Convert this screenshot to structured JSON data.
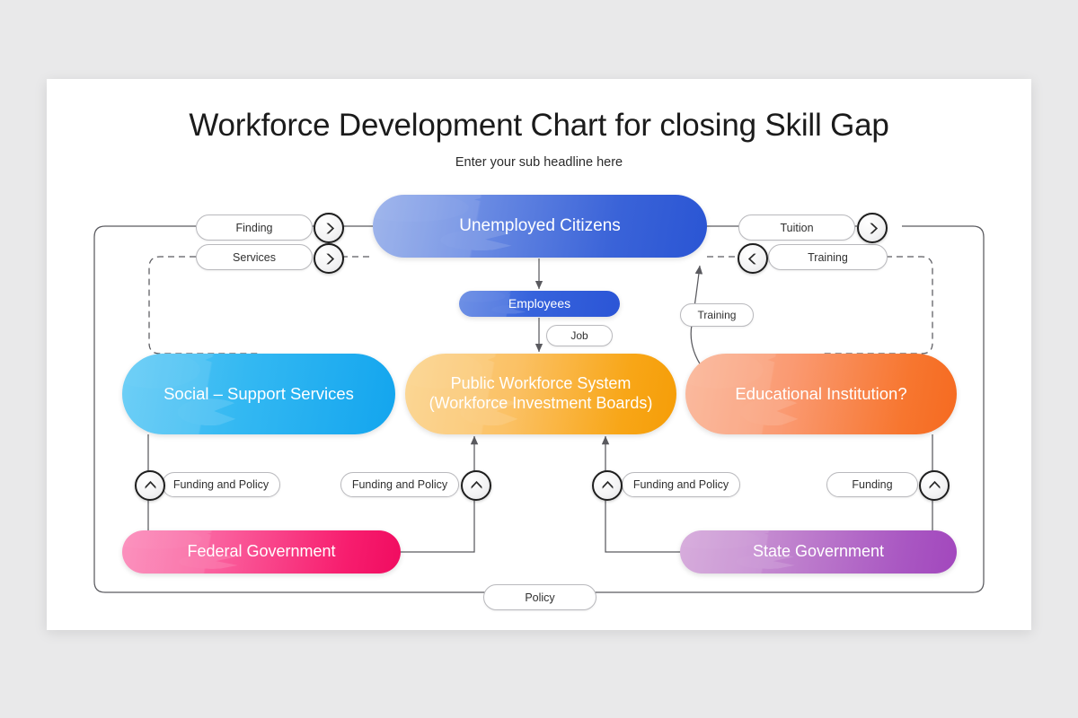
{
  "slide": {
    "title": "Workforce Development Chart for closing Skill Gap",
    "subtitle": "Enter your sub headline here"
  },
  "nodes": {
    "unemployed": {
      "label": "Unemployed Citizens",
      "color": "#3a63d8"
    },
    "employees": {
      "label": "Employees",
      "color": "#3663dc"
    },
    "social": {
      "label": "Social – Support Services",
      "color": "#33b8f2"
    },
    "public_workforce_line1": "Public Workforce System",
    "public_workforce_line2": "(Workforce Investment Boards)",
    "public_workforce_color": "#f8a617",
    "educational": {
      "label": "Educational Institution?",
      "color": "#f7762f"
    },
    "federal": {
      "label": "Federal Government",
      "color": "#f71d6e"
    },
    "state": {
      "label": "State Government",
      "color": "#a957c2"
    }
  },
  "connector_labels": {
    "finding": "Finding",
    "services": "Services",
    "tuition": "Tuition",
    "training_right": "Training",
    "training_curve": "Training",
    "job": "Job",
    "funding_policy_1": "Funding and Policy",
    "funding_policy_2": "Funding and Policy",
    "funding_policy_3": "Funding and Policy",
    "funding": "Funding",
    "policy": "Policy"
  },
  "icons": {
    "chevron_right": "chevron-right-icon",
    "chevron_left": "chevron-left-icon",
    "chevron_up": "chevron-up-icon"
  },
  "chart_data": {
    "type": "diagram",
    "title": "Workforce Development Chart for closing Skill Gap",
    "subtitle": "Enter your sub headline here",
    "nodes": [
      {
        "id": "unemployed",
        "label": "Unemployed Citizens",
        "color": "#3a63d8",
        "row": "top"
      },
      {
        "id": "employees",
        "label": "Employees",
        "color": "#3663dc",
        "row": "upper-middle"
      },
      {
        "id": "social",
        "label": "Social – Support Services",
        "color": "#33b8f2",
        "row": "middle",
        "column": "left"
      },
      {
        "id": "public_workforce",
        "label": "Public Workforce System (Workforce Investment Boards)",
        "color": "#f8a617",
        "row": "middle",
        "column": "center"
      },
      {
        "id": "educational",
        "label": "Educational Institution?",
        "color": "#f7762f",
        "row": "middle",
        "column": "right"
      },
      {
        "id": "federal",
        "label": "Federal Government",
        "color": "#f71d6e",
        "row": "bottom",
        "column": "left"
      },
      {
        "id": "state",
        "label": "State Government",
        "color": "#a957c2",
        "row": "bottom",
        "column": "right"
      }
    ],
    "edges": [
      {
        "from": "social",
        "to": "unemployed",
        "label": "Finding",
        "style": "solid",
        "arrow": "right"
      },
      {
        "from": "social",
        "to": "unemployed",
        "label": "Services",
        "style": "dashed",
        "arrow": "right"
      },
      {
        "from": "unemployed",
        "to": "educational",
        "label": "Tuition",
        "style": "solid",
        "arrow": "right"
      },
      {
        "from": "educational",
        "to": "unemployed",
        "label": "Training",
        "style": "dashed",
        "arrow": "left"
      },
      {
        "from": "educational",
        "to": "unemployed",
        "label": "Training",
        "style": "curve",
        "arrow": "up"
      },
      {
        "from": "unemployed",
        "to": "employees",
        "label": "",
        "style": "solid",
        "arrow": "down"
      },
      {
        "from": "employees",
        "to": "public_workforce",
        "label": "Job",
        "style": "solid",
        "arrow": "down"
      },
      {
        "from": "federal",
        "to": "social",
        "label": "Funding and Policy",
        "style": "solid",
        "arrow": "up"
      },
      {
        "from": "federal",
        "to": "public_workforce",
        "label": "Funding and Policy",
        "style": "solid",
        "arrow": "up"
      },
      {
        "from": "state",
        "to": "public_workforce",
        "label": "Funding and Policy",
        "style": "solid",
        "arrow": "up"
      },
      {
        "from": "state",
        "to": "educational",
        "label": "Funding",
        "style": "solid",
        "arrow": "up"
      },
      {
        "from": "federal",
        "to": "state",
        "label": "Policy",
        "style": "solid",
        "arrow": "none"
      }
    ]
  }
}
